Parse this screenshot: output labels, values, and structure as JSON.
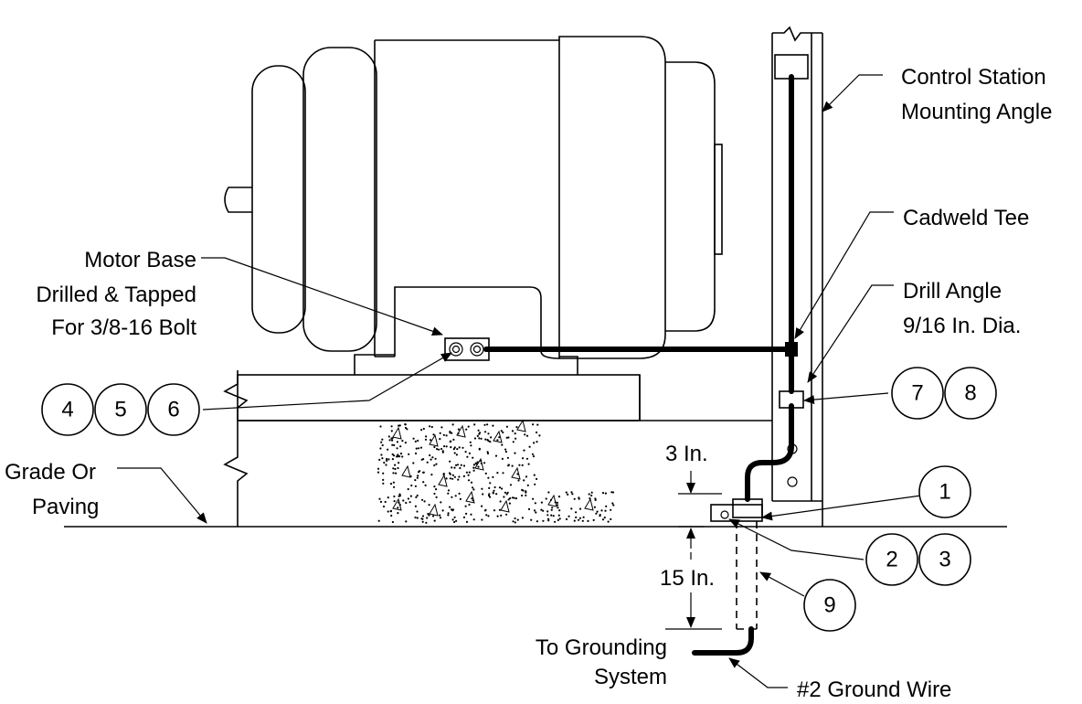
{
  "labels": {
    "control_station_line1": "Control Station",
    "control_station_line2": "Mounting Angle",
    "cadweld_tee": "Cadweld Tee",
    "drill_angle_line1": "Drill Angle",
    "drill_angle_line2": "9/16 In. Dia.",
    "motor_base_line1": "Motor Base",
    "motor_base_line2": "Drilled & Tapped",
    "motor_base_line3": "For 3/8-16 Bolt",
    "grade_line1": "Grade Or",
    "grade_line2": "Paving",
    "dim_3in": "3 In.",
    "dim_15in": "15 In.",
    "to_grounding_line1": "To Grounding",
    "to_grounding_line2": "System",
    "ground_wire": "#2 Ground Wire"
  },
  "callouts": {
    "c1": "1",
    "c2": "2",
    "c3": "3",
    "c4": "4",
    "c5": "5",
    "c6": "6",
    "c7": "7",
    "c8": "8",
    "c9": "9"
  }
}
